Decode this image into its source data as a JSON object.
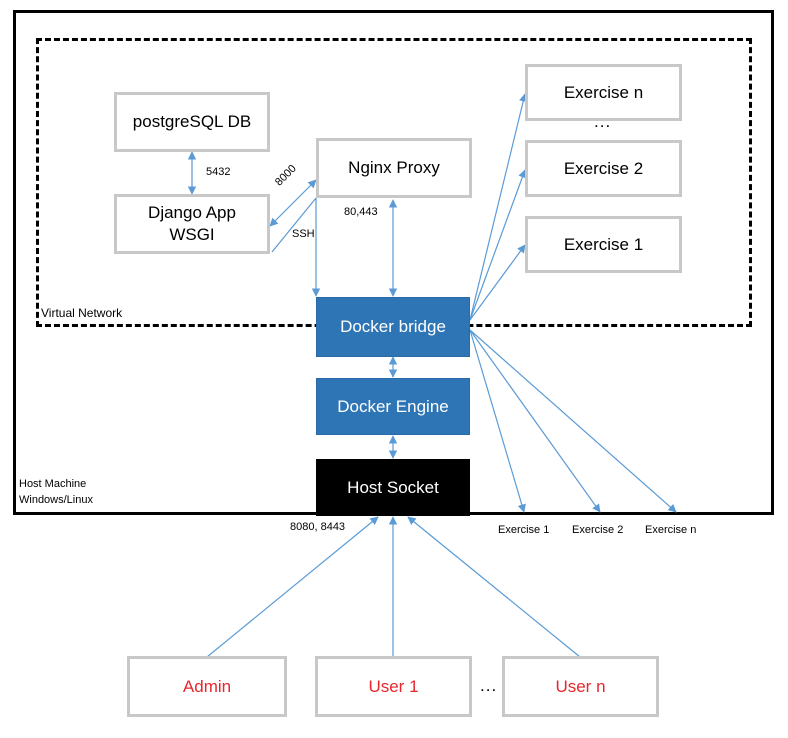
{
  "host_machine": {
    "line1": "Host Machine",
    "line2": "Windows/Linux"
  },
  "virtual_network": {
    "label": "Virtual Network"
  },
  "nodes": {
    "postgres": "postgreSQL DB",
    "django_line1": "Django App",
    "django_line2": "WSGI",
    "nginx": "Nginx Proxy",
    "exercise_n": "Exercise n",
    "exercise_2": "Exercise 2",
    "exercise_1": "Exercise 1",
    "docker_bridge": "Docker bridge",
    "docker_engine": "Docker Engine",
    "host_socket": "Host Socket",
    "admin": "Admin",
    "user_1": "User 1",
    "user_n": "User n"
  },
  "ellipses": {
    "exercises": "...",
    "users": "..."
  },
  "edge_labels": {
    "port_5432": "5432",
    "port_8000": "8000",
    "ssh": "SSH",
    "port_80_443": "80,443",
    "port_8080_8443": "8080, 8443",
    "out_exercise_1": "Exercise 1",
    "out_exercise_2": "Exercise 2",
    "out_exercise_n": "Exercise n"
  },
  "colors": {
    "container_blue": "#2e75b6",
    "arrow": "#5b9bd5",
    "user_text": "#e8262c",
    "box_border": "#c8c8c8"
  }
}
